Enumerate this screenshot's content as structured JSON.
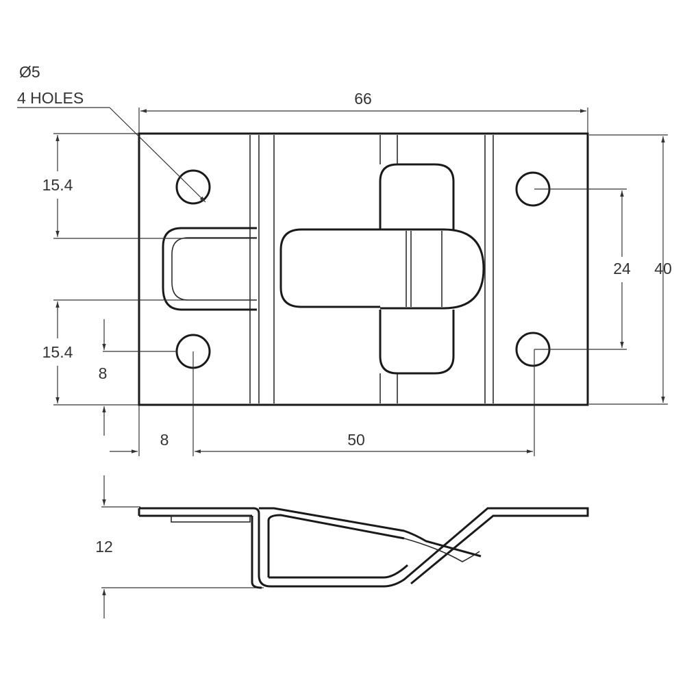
{
  "labels": {
    "hole_diameter": "Ø5",
    "hole_count": "4 HOLES",
    "overall_width": "66",
    "overall_height": "40",
    "hole_spacing_vertical": "24",
    "upper_offset": "15.4",
    "lower_offset": "15.4",
    "hole_edge_vertical": "8",
    "hole_edge_horizontal": "8",
    "hole_spacing_horizontal": "50",
    "side_height": "12"
  },
  "colors": {
    "line": "#1a1a1a",
    "text": "#333333",
    "background": "#ffffff"
  }
}
